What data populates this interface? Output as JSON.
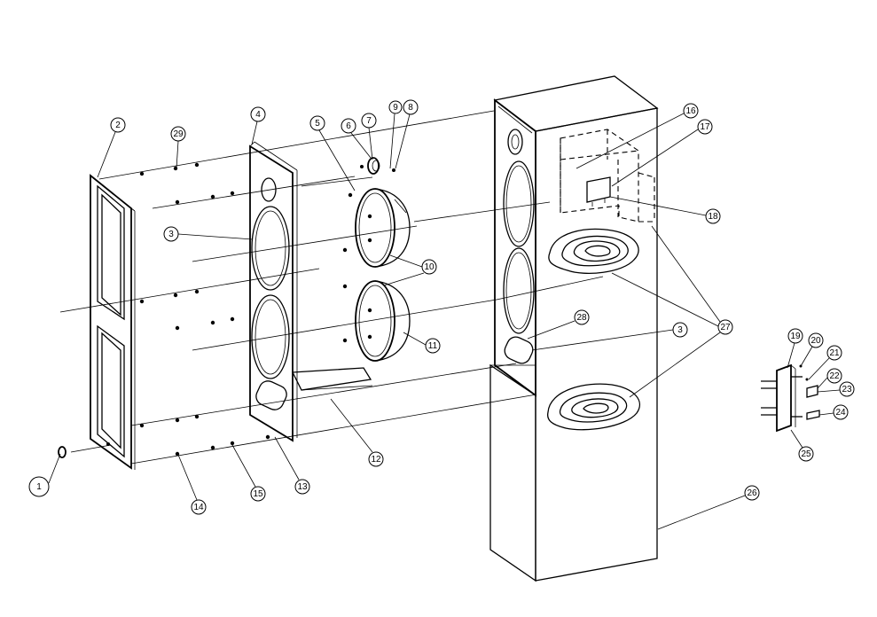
{
  "callouts": [
    {
      "id": "1",
      "label": "1"
    },
    {
      "id": "2",
      "label": "2"
    },
    {
      "id": "3a",
      "label": "3"
    },
    {
      "id": "3b",
      "label": "3"
    },
    {
      "id": "4",
      "label": "4"
    },
    {
      "id": "5",
      "label": "5"
    },
    {
      "id": "6",
      "label": "6"
    },
    {
      "id": "7",
      "label": "7"
    },
    {
      "id": "8",
      "label": "8"
    },
    {
      "id": "9",
      "label": "9"
    },
    {
      "id": "10",
      "label": "10"
    },
    {
      "id": "11",
      "label": "11"
    },
    {
      "id": "12",
      "label": "12"
    },
    {
      "id": "13",
      "label": "13"
    },
    {
      "id": "14",
      "label": "14"
    },
    {
      "id": "15",
      "label": "15"
    },
    {
      "id": "16",
      "label": "16"
    },
    {
      "id": "17",
      "label": "17"
    },
    {
      "id": "18",
      "label": "18"
    },
    {
      "id": "19",
      "label": "19"
    },
    {
      "id": "20",
      "label": "20"
    },
    {
      "id": "21",
      "label": "21"
    },
    {
      "id": "22",
      "label": "22"
    },
    {
      "id": "23",
      "label": "23"
    },
    {
      "id": "24",
      "label": "24"
    },
    {
      "id": "25",
      "label": "25"
    },
    {
      "id": "26",
      "label": "26"
    },
    {
      "id": "27",
      "label": "27"
    },
    {
      "id": "28",
      "label": "28"
    },
    {
      "id": "29",
      "label": "29"
    }
  ]
}
